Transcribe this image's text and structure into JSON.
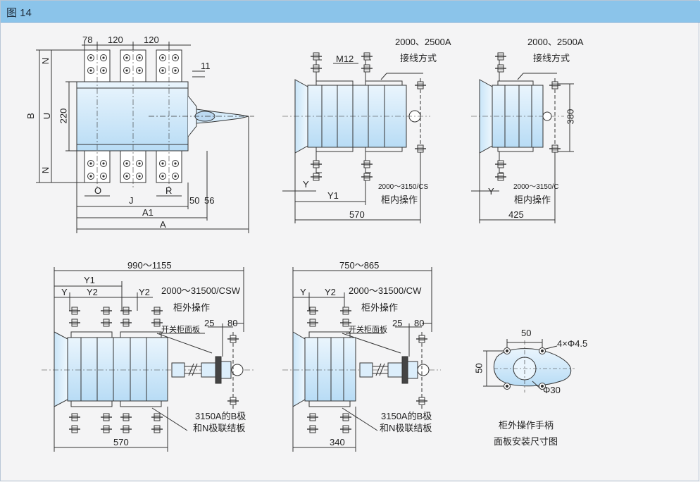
{
  "header": {
    "title": "图 14"
  },
  "colors": {
    "header_bg": "#8bc4ea",
    "body_fill": "#d6ecfb",
    "line": "#333333"
  },
  "dims_top_left": {
    "d78": "78",
    "d120a": "120",
    "d120b": "120",
    "d11": "11",
    "N_top": "N",
    "N_bot": "N",
    "B": "B",
    "U": "U",
    "d220": "220",
    "O": "O",
    "J": "J",
    "R": "R",
    "d50": "50",
    "d56": "56",
    "A1": "A1",
    "A": "A"
  },
  "view_mid": {
    "current": "2000、2500A",
    "wiring": "接线方式",
    "M12": "M12",
    "Y": "Y",
    "Y1": "Y1",
    "model": "2000～3150/CS",
    "op": "柜内操作",
    "width": "570"
  },
  "view_right": {
    "current": "2000、2500A",
    "wiring": "接线方式",
    "d380": "380",
    "Y": "Y",
    "model": "2000～3150/C",
    "op": "柜内操作",
    "width": "425"
  },
  "view_bl": {
    "range": "990～1155",
    "Y1": "Y1",
    "Y": "Y",
    "Y2a": "Y2",
    "Y2b": "Y2",
    "model": "2000～31500/CSW",
    "op": "柜外操作",
    "panel": "开关柜面板",
    "d25": "25",
    "d80": "80",
    "note_line1": "3150A的B极",
    "note_line2": "和N极联结板",
    "width": "570"
  },
  "view_bm": {
    "range": "750～865",
    "Y": "Y",
    "Y2": "Y2",
    "model": "2000～31500/CW",
    "op": "柜外操作",
    "panel": "开关柜面板",
    "d25": "25",
    "d80": "80",
    "note_line1": "3150A的B极",
    "note_line2": "和N极联结板",
    "width": "340"
  },
  "handle_detail": {
    "d50w": "50",
    "d50h": "50",
    "holes": "4×Φ4.5",
    "dia": "Φ30",
    "caption1": "柜外操作手柄",
    "caption2": "面板安装尺寸图"
  }
}
